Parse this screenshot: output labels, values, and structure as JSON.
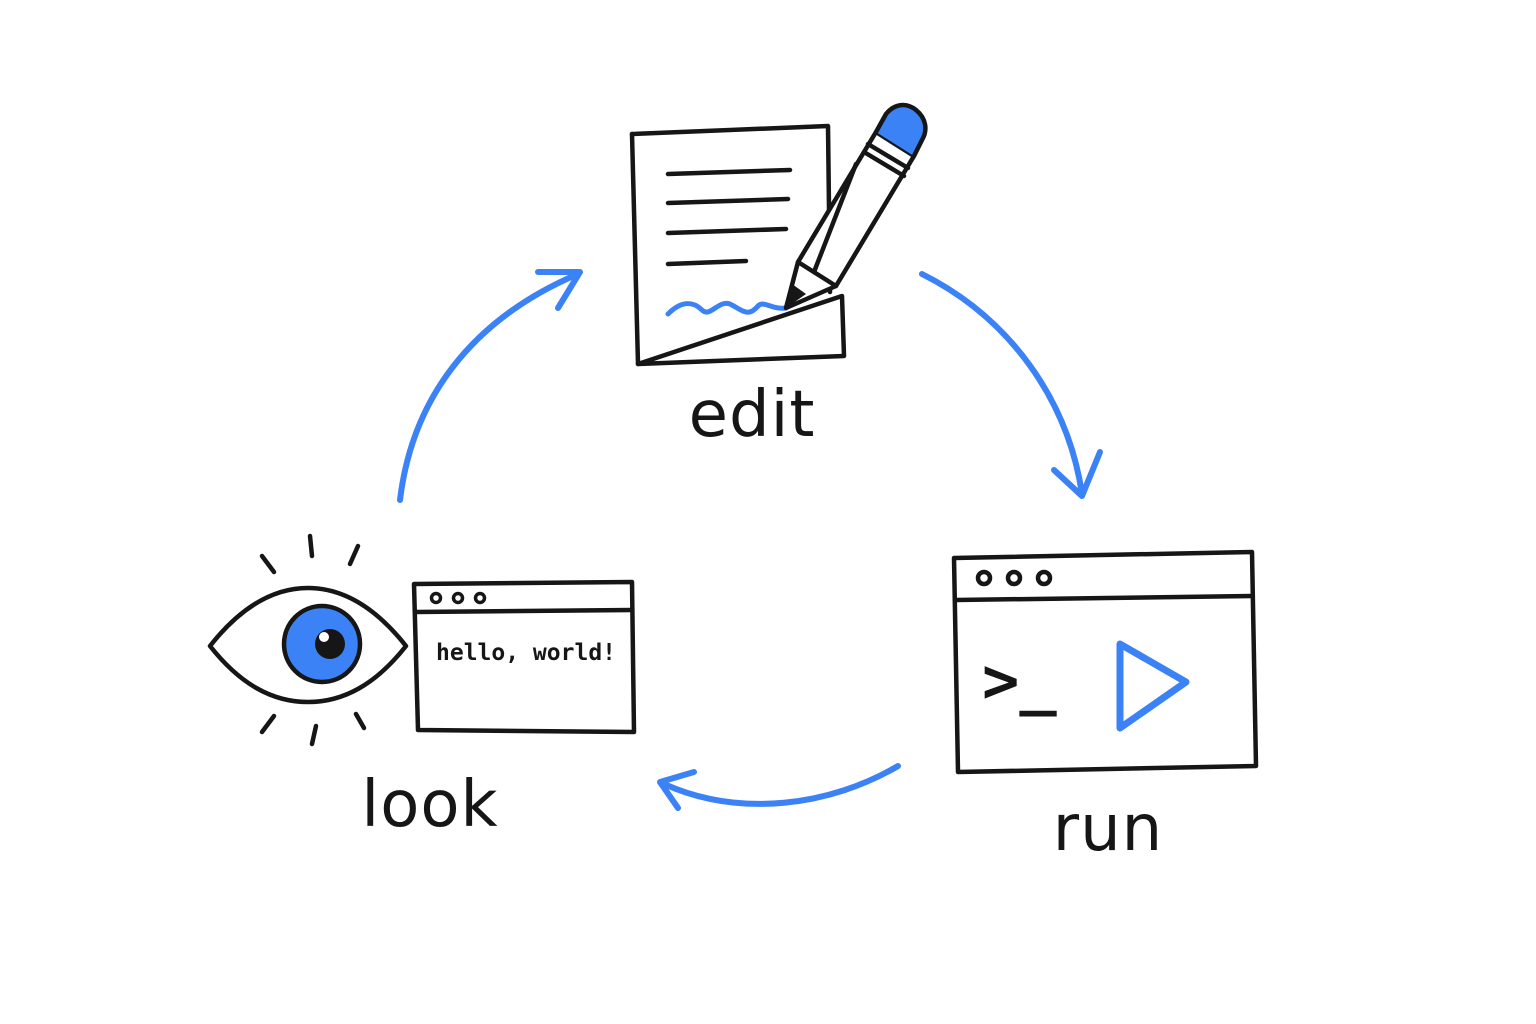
{
  "colors": {
    "accent": "#3b82f6",
    "ink": "#161616",
    "background": "#ffffff"
  },
  "nodes": {
    "edit": {
      "label": "edit",
      "icon": "document-pencil-icon"
    },
    "run": {
      "label": "run",
      "icon": "terminal-play-icon",
      "prompt_text": ">_"
    },
    "look": {
      "label": "look",
      "icon": "eye-icon",
      "window_text": "hello, world!"
    }
  },
  "arrows": [
    {
      "from": "look",
      "to": "edit"
    },
    {
      "from": "edit",
      "to": "run"
    },
    {
      "from": "run",
      "to": "look"
    }
  ]
}
